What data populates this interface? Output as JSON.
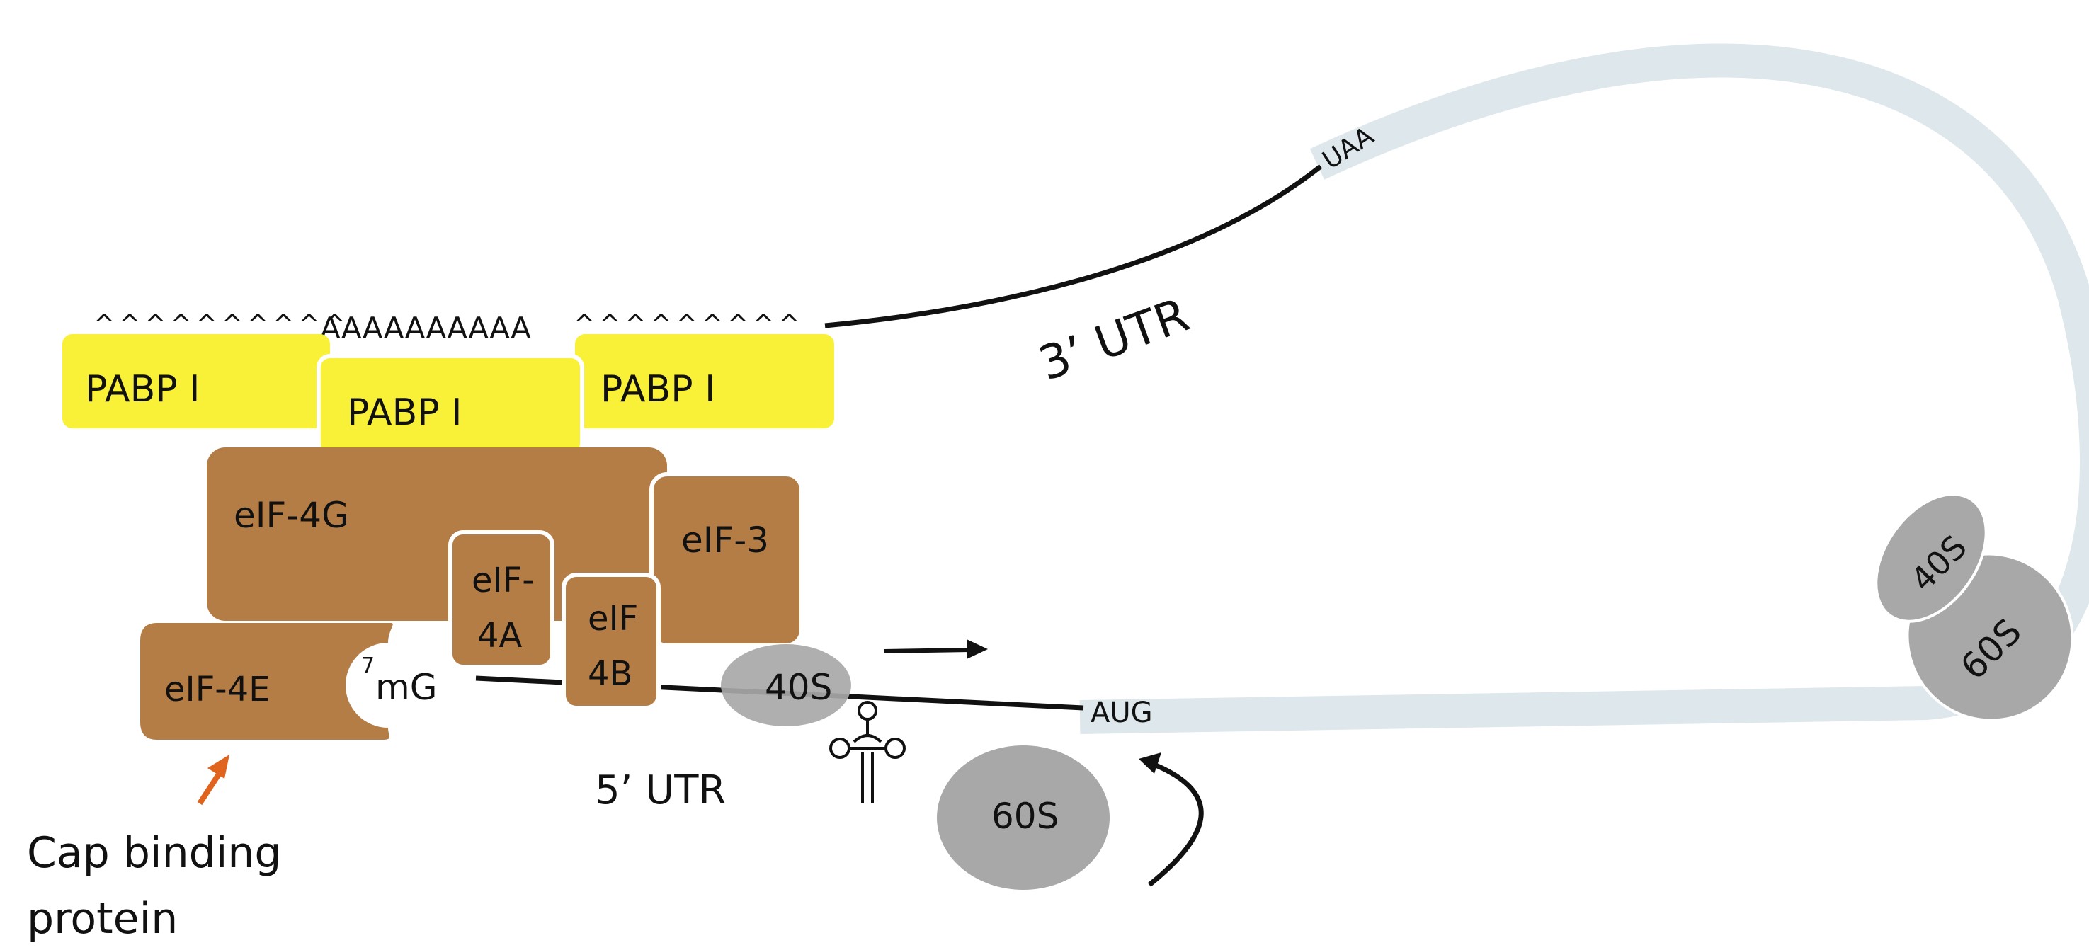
{
  "labels": {
    "pabp_left": "PABP I",
    "pabp_mid": "PABP I",
    "pabp_right": "PABP I",
    "eif4g": "eIF-4G",
    "eif4a_line1": "eIF-",
    "eif4a_line2": "4A",
    "eif4b_line1": "eIF",
    "eif4b_line2": "4B",
    "eif3": "eIF-3",
    "eif4e": "eIF-4E",
    "cap_sup": "7",
    "cap": "mG",
    "ribo_40s_init": "40S",
    "ribo_60s_free": "60S",
    "ribo_40s_elong": "40S",
    "ribo_60s_elong": "60S",
    "utr5": "5’ UTR",
    "utr3": "3’ UTR",
    "start_codon": "AUG",
    "stop_codon": "UAA",
    "cap_binding_line1": "Cap binding",
    "cap_binding_line2": "protein"
  },
  "polyA": {
    "left": "^^^^^^^^^^",
    "mid": "AAAAAAAAAA",
    "right": "^^^^^^^^^"
  },
  "colors": {
    "pabp": "#f9f038",
    "eif": "#b57d46",
    "ribosome": "#a8a8a8",
    "coding_region": "#dde7ec",
    "arrow_cap": "#e0641e"
  }
}
